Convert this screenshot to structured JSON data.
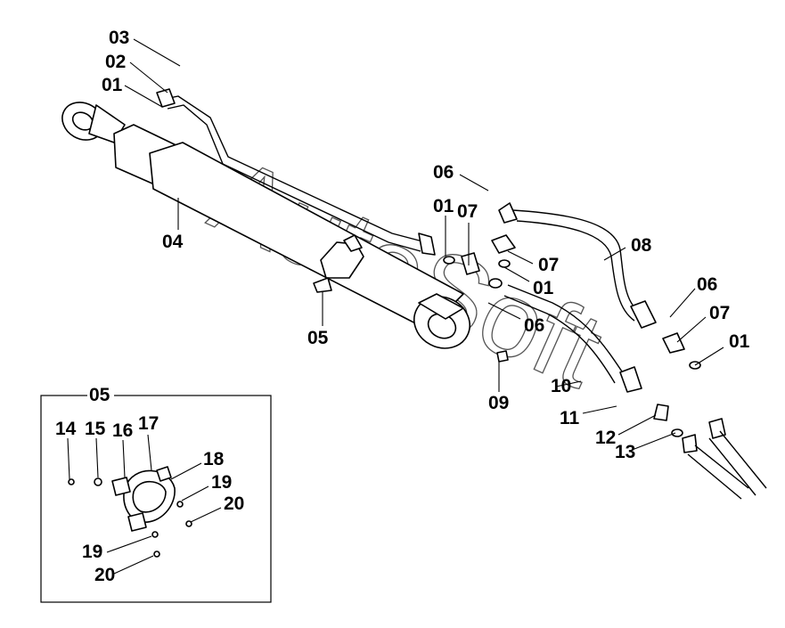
{
  "watermark": "AutoSoft",
  "inset_label": "05",
  "labels": {
    "l03": "03",
    "l02": "02",
    "l01a": "01",
    "l04": "04",
    "l05": "05",
    "l06a": "06",
    "l01b": "01",
    "l07a": "07",
    "l07b": "07",
    "l01c": "01",
    "l06b": "06",
    "l08": "08",
    "l06c": "06",
    "l07c": "07",
    "l01d": "01",
    "l09": "09",
    "l10": "10",
    "l11": "11",
    "l12": "12",
    "l13": "13",
    "l14": "14",
    "l15": "15",
    "l16": "16",
    "l17": "17",
    "l18": "18",
    "l19a": "19",
    "l20a": "20",
    "l19b": "19",
    "l20b": "20"
  }
}
